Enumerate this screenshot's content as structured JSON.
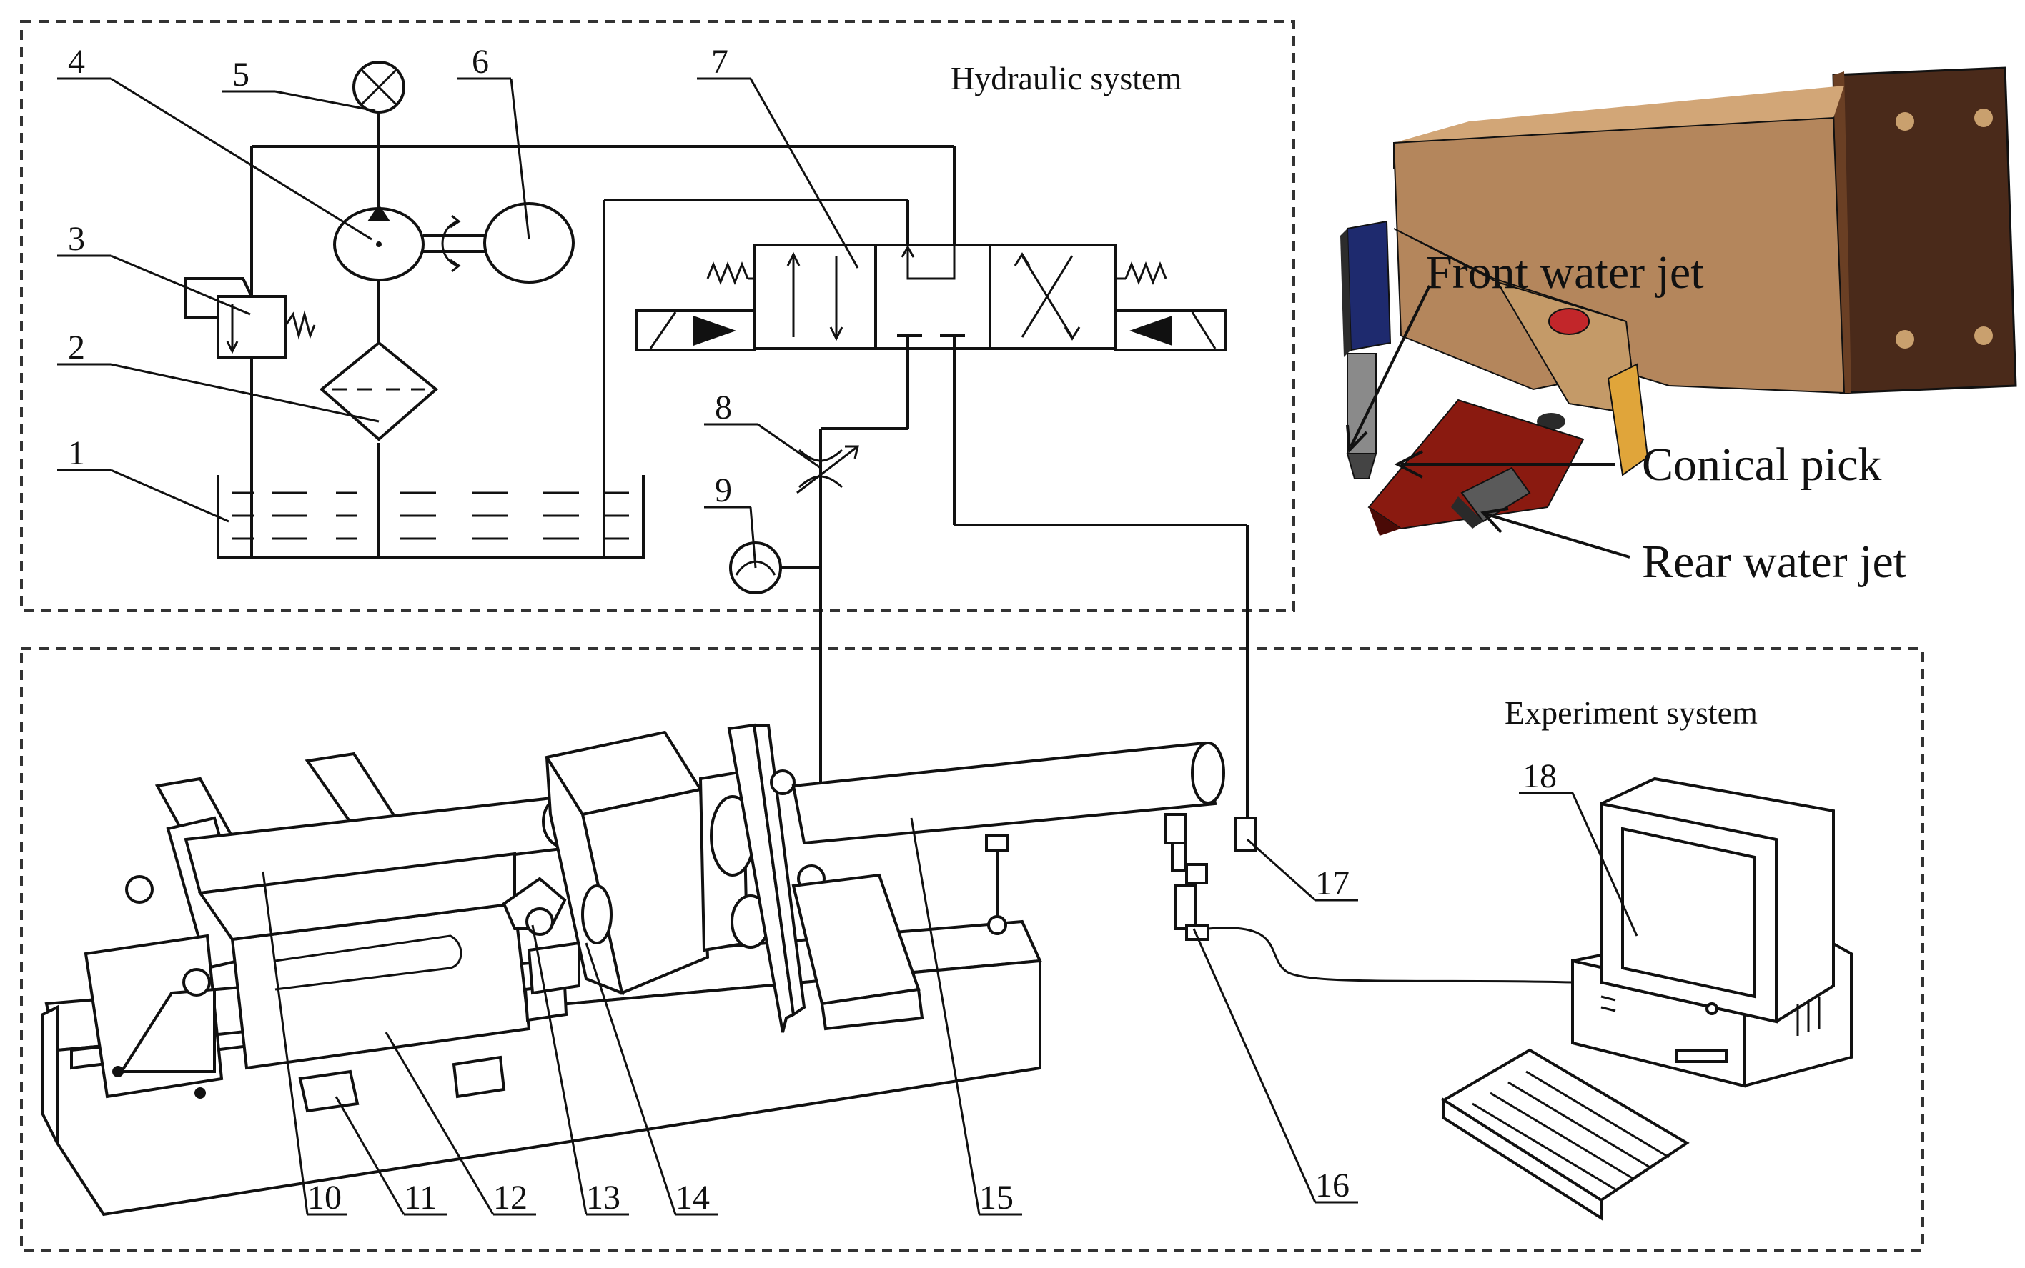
{
  "boxes": {
    "hydraulic_title": "Hydraulic system",
    "experiment_title": "Experiment system"
  },
  "callouts": {
    "front_jet": "Front water jet",
    "conical_pick": "Conical pick",
    "rear_jet": "Rear water jet"
  },
  "labels": {
    "n1": "1",
    "n2": "2",
    "n3": "3",
    "n4": "4",
    "n5": "5",
    "n6": "6",
    "n7": "7",
    "n8": "8",
    "n9": "9",
    "n10": "10",
    "n11": "11",
    "n12": "12",
    "n13": "13",
    "n14": "14",
    "n15": "15",
    "n16": "16",
    "n17": "17",
    "n18": "18"
  },
  "colors": {
    "bracket_tan": "#b4865c",
    "bracket_dark": "#4a2a1a",
    "pick_red": "#8a1a10",
    "nozzle_grey": "#6a6a6a",
    "cap_blue": "#1e2a6e"
  }
}
